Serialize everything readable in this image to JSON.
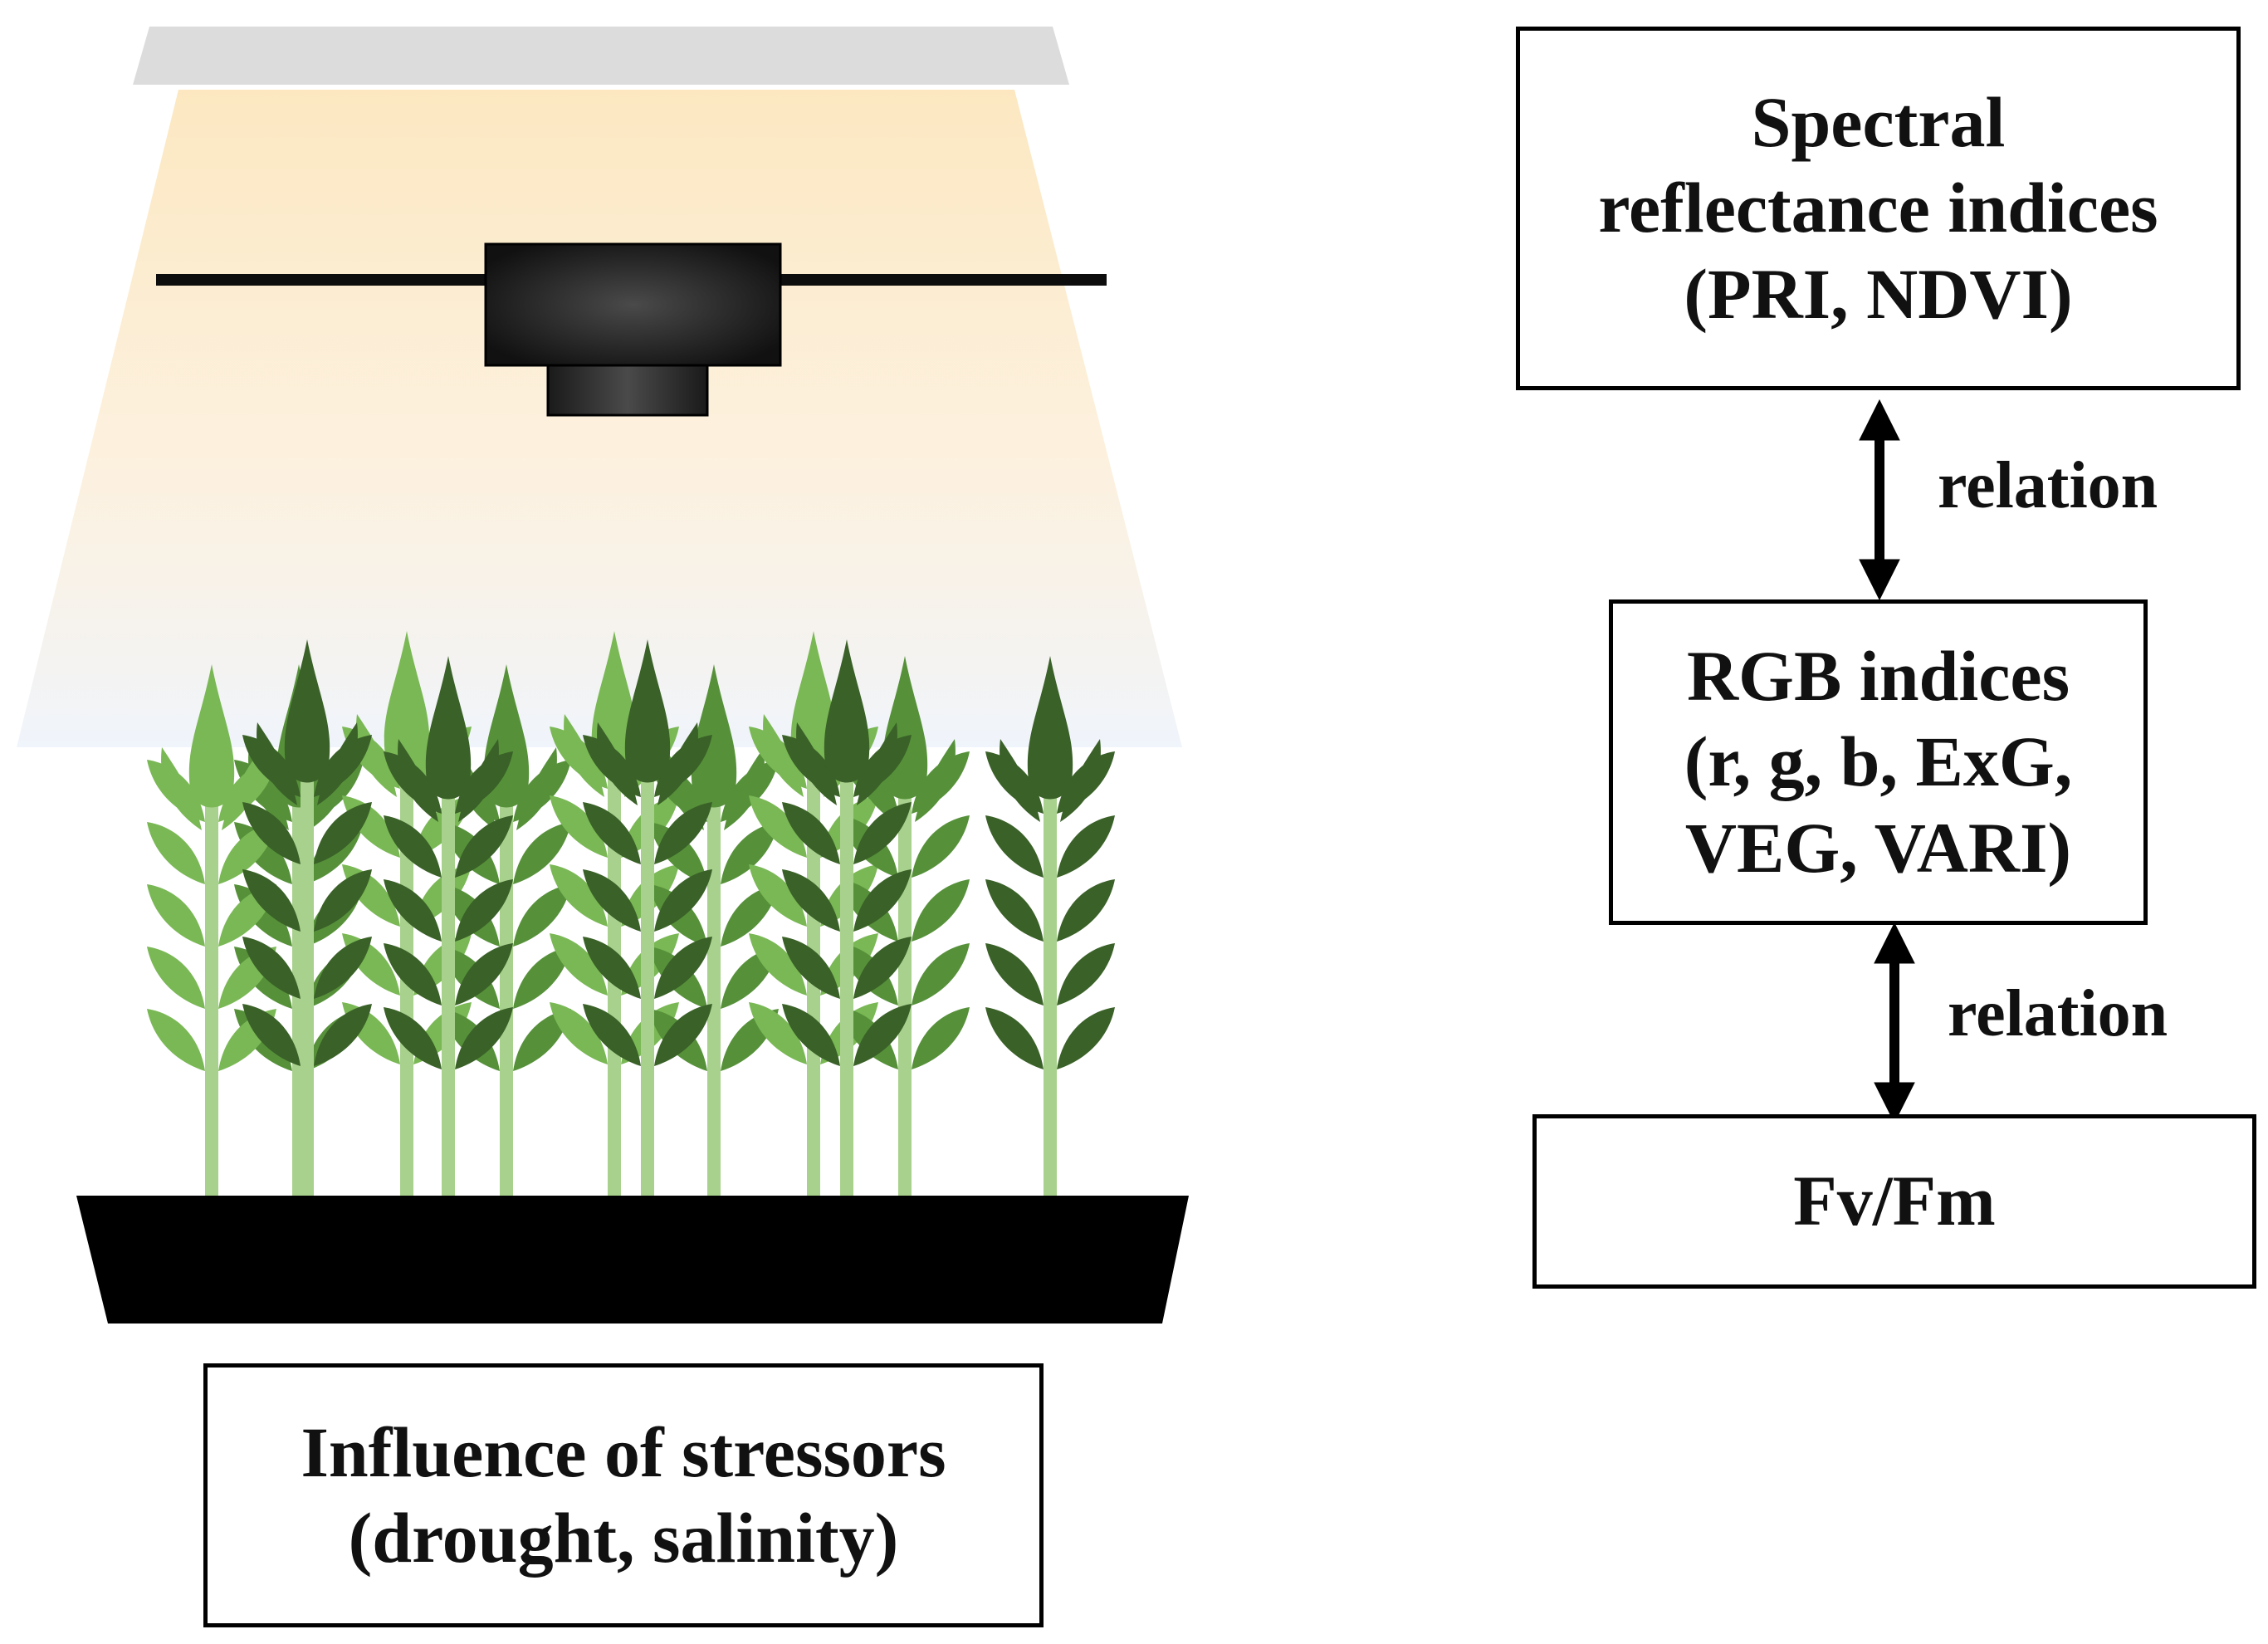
{
  "diagram": {
    "spectral_box": {
      "lines": [
        "Spectral",
        "reflectance indices",
        "(PRI, NDVI)"
      ]
    },
    "rgb_box": {
      "lines": [
        "RGB indices",
        "(r, g, b, ExG,",
        "VEG, VARI)"
      ]
    },
    "fvfm_box": {
      "lines": [
        "Fv/Fm"
      ]
    },
    "relation_labels": [
      "relation",
      "relation"
    ],
    "stressors_box": {
      "lines": [
        "Influence of stressors",
        "(drought, salinity)"
      ]
    }
  },
  "colors": {
    "lamp_bar": "#dcdcdc",
    "light_top": "#fbe3b5",
    "light_bottom": "#eef3fb",
    "plant_light": "#7ab855",
    "plant_mid": "#56913a",
    "plant_dark": "#3a6128",
    "stem": "#a9d18e",
    "tray": "#000000",
    "camera": "#1d1d1d"
  },
  "icons": [
    "lamp-bar",
    "light-cone",
    "camera-icon",
    "wheat-plant-icon",
    "plant-tray",
    "double-arrow-icon"
  ]
}
